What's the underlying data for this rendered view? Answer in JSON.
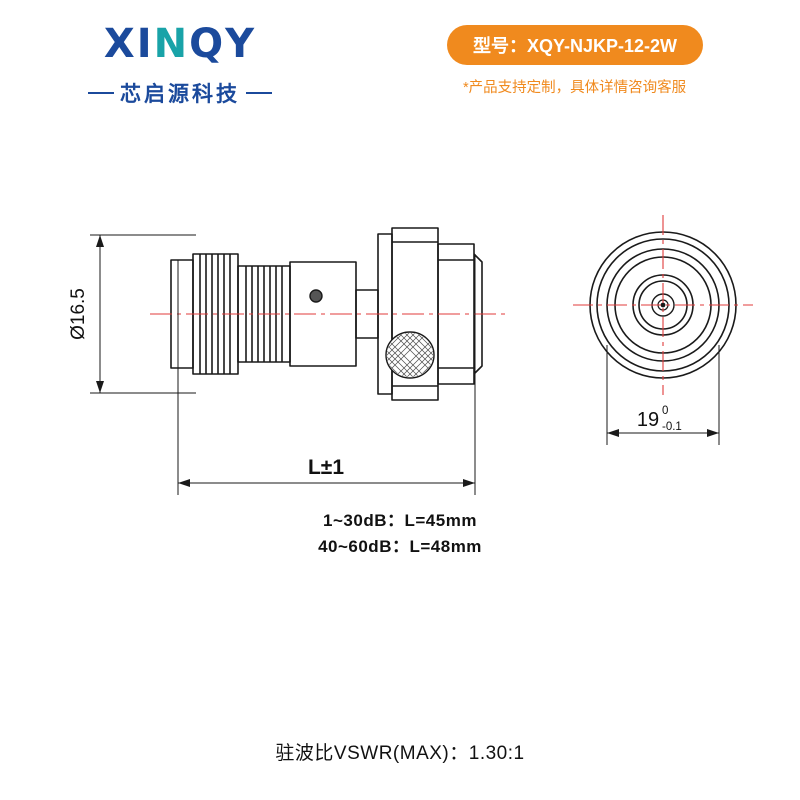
{
  "header": {
    "logo": {
      "text_part1": "XI",
      "text_part2": "N",
      "text_part3": "QY",
      "subtitle": "芯启源科技"
    },
    "model_badge": "型号：XQY-NJKP-12-2W",
    "custom_note": "*产品支持定制，具体详情咨询客服",
    "accent_color": "#f08a1e",
    "brand_color": "#1b4a9c",
    "brand_color_alt": "#19a3a8"
  },
  "drawing": {
    "diameter_label": "Ø16.5",
    "length_label": "L±1",
    "width_label": "19",
    "width_tol_upper": "0",
    "width_tol_lower": "-0.1",
    "centerline_color": "#e03b3b",
    "line_color": "#1a1a1a"
  },
  "specs": [
    "1~30dB：L=45mm",
    "40~60dB：L=48mm"
  ],
  "footer": {
    "vswr": "驻波比VSWR(MAX)：1.30:1"
  }
}
